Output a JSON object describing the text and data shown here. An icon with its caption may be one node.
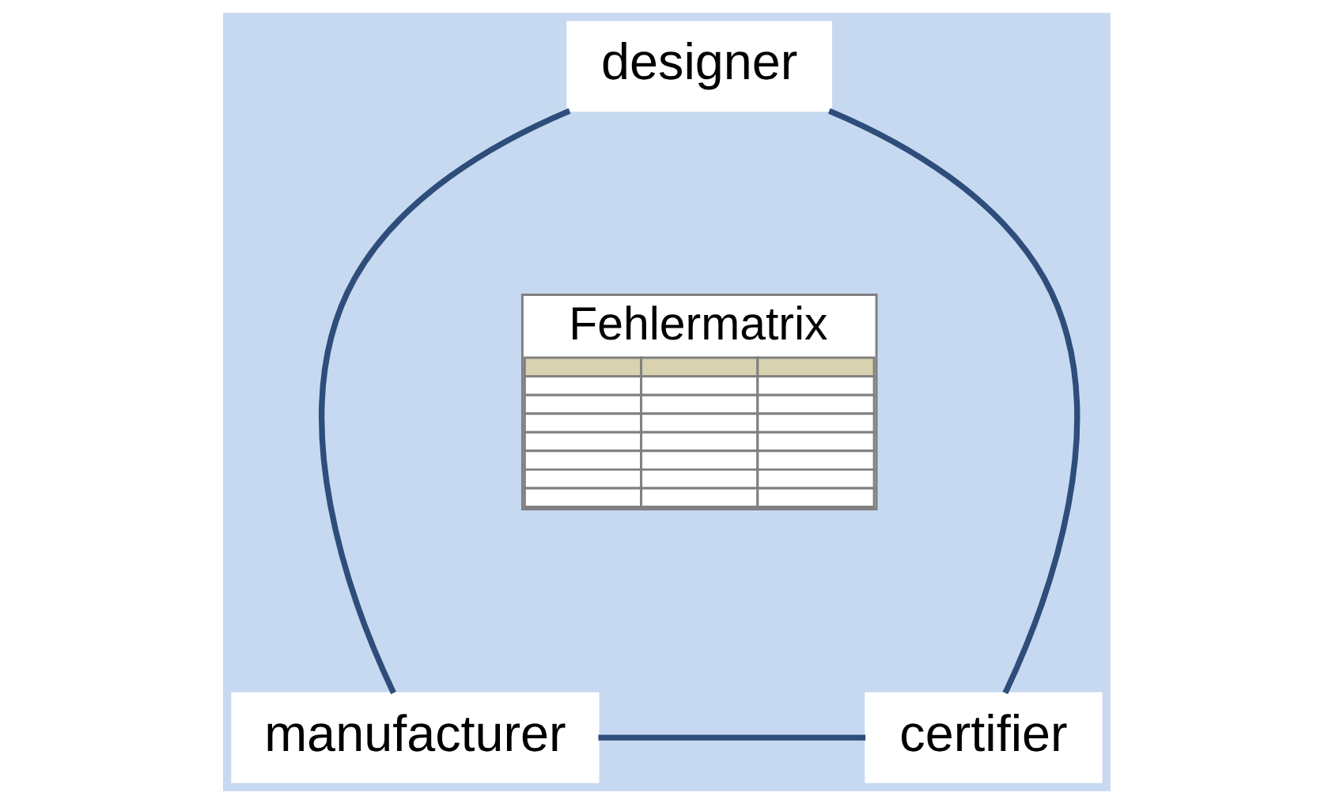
{
  "diagram": {
    "nodes": [
      {
        "text": [
          "designer"
        ]
      },
      {
        "text": [
          "manufacturer"
        ]
      },
      {
        "text": [
          "certifier"
        ]
      },
      {
        "text": [
          "Fehlermatrix"
        ]
      }
    ],
    "edges": [
      {
        "from": 0,
        "to": 1,
        "arrow": "none"
      },
      {
        "from": 0,
        "to": 2,
        "arrow": "none"
      },
      {
        "from": 1,
        "to": 2,
        "arrow": "none"
      }
    ]
  }
}
